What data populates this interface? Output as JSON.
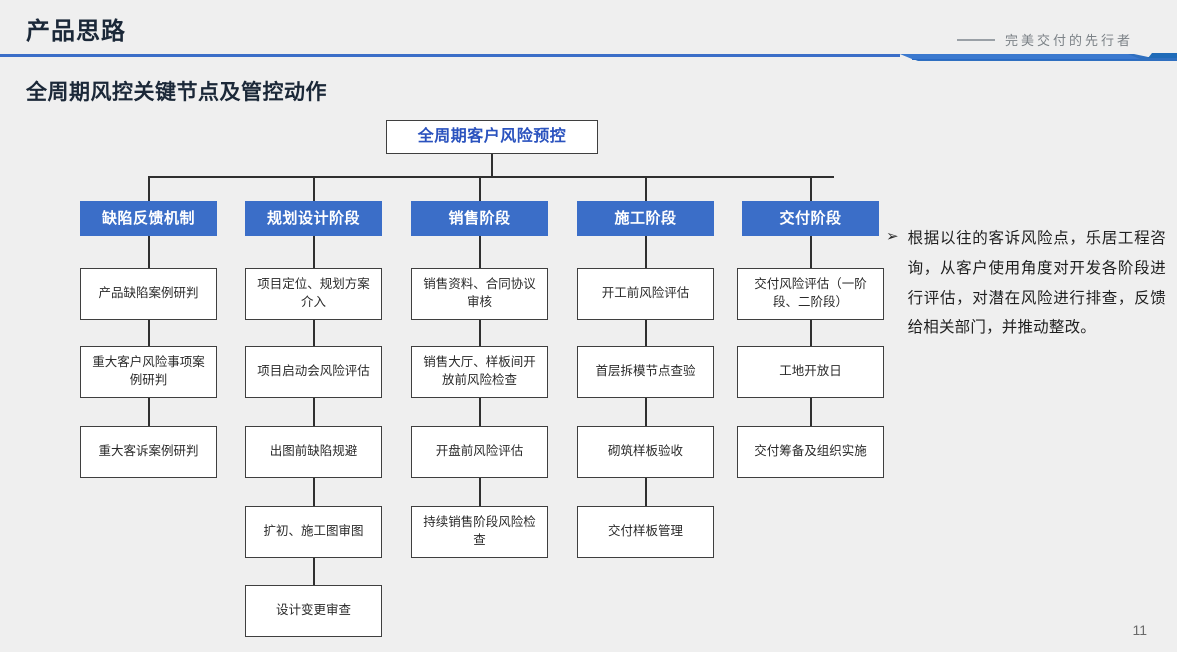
{
  "header": {
    "title": "产品思路",
    "tagline": "完美交付的先行者",
    "rule_icon": "horizontal-rule-icon"
  },
  "section": {
    "heading": "全周期风控关键节点及管控动作"
  },
  "diagram": {
    "root": "全周期客户风险预控",
    "columns": [
      {
        "header": "缺陷反馈机制",
        "nodes": [
          "产品缺陷案例研判",
          "重大客户风险事项案例研判",
          "重大客诉案例研判"
        ]
      },
      {
        "header": "规划设计阶段",
        "nodes": [
          "项目定位、规划方案介入",
          "项目启动会风险评估",
          "出图前缺陷规避",
          "扩初、施工图审图",
          "设计变更审查"
        ]
      },
      {
        "header": "销售阶段",
        "nodes": [
          "销售资料、合同协议审核",
          "销售大厅、样板间开放前风险检查",
          "开盘前风险评估",
          "持续销售阶段风险检查"
        ]
      },
      {
        "header": "施工阶段",
        "nodes": [
          "开工前风险评估",
          "首层拆模节点查验",
          "砌筑样板验收",
          "交付样板管理"
        ]
      },
      {
        "header": "交付阶段",
        "nodes": [
          "交付风险评估（一阶段、二阶段）",
          "工地开放日",
          "交付筹备及组织实施"
        ]
      }
    ]
  },
  "note": {
    "bullet": "➢",
    "text": "根据以往的客诉风险点，乐居工程咨询，从客户使用角度对开发各阶段进行评估，对潜在风险进行排查，反馈给相关部门，并推动整改。"
  },
  "footer": {
    "page_number": "11"
  },
  "colors": {
    "background": "#efefef",
    "header_blue": "#3b6ec8",
    "root_text_blue": "#2a52be",
    "divider_blue": "#2f6fc0",
    "divider_blue_dark": "#1f5fae",
    "node_border": "#3f3f3f",
    "title_text": "#1b2838",
    "tagline_text": "#7c8287"
  }
}
